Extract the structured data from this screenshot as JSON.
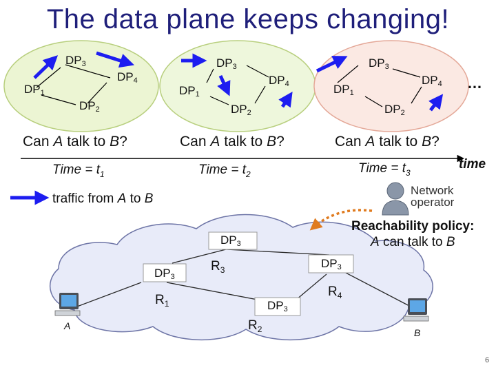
{
  "title": "The data plane keeps changing!",
  "snapshots": [
    {
      "question_pre": "Can ",
      "question_a": "A",
      "question_mid": " talk to ",
      "question_b": "B",
      "question_end": "?",
      "time_label": "Time = t",
      "time_sub": "1"
    },
    {
      "question_pre": "Can ",
      "question_a": "A",
      "question_mid": " talk to ",
      "question_b": "B",
      "question_end": "?",
      "time_label": "Time = t",
      "time_sub": "2"
    },
    {
      "question_pre": "Can ",
      "question_a": "A",
      "question_mid": " talk to ",
      "question_b": "B",
      "question_end": "?",
      "time_label": "Time = t",
      "time_sub": "3"
    }
  ],
  "dp": {
    "base": "DP",
    "s1": "1",
    "s2": "2",
    "s3": "3",
    "s4": "4"
  },
  "ellipsis": "…",
  "time_axis_label": "time",
  "legend": {
    "pre": "traffic from ",
    "a": "A",
    "mid": " to ",
    "b": "B"
  },
  "operator": {
    "line1": "Network",
    "line2": "operator"
  },
  "policy": {
    "title": "Reachability policy:",
    "body_a": "A",
    "body_mid": " can talk to ",
    "body_b": "B"
  },
  "routers": {
    "base": "R",
    "r1": "1",
    "r2": "2",
    "r3": "3",
    "r4": "4"
  },
  "hosts": {
    "a": "A",
    "b": "B"
  },
  "page_number": "6",
  "colors": {
    "title": "#1f1f7a",
    "arrow": "#1d1df0",
    "ellipse1": "#ecf5d3",
    "ellipse2": "#eef7dc",
    "ellipse3": "#fbe9e3",
    "ellipse_stroke": "#b8cf7e",
    "ellipse3_stroke": "#e4a898",
    "cloud_fill": "#e8ebf9",
    "cloud_stroke": "#6d74a6",
    "operator_arrow": "#e07b1f"
  }
}
